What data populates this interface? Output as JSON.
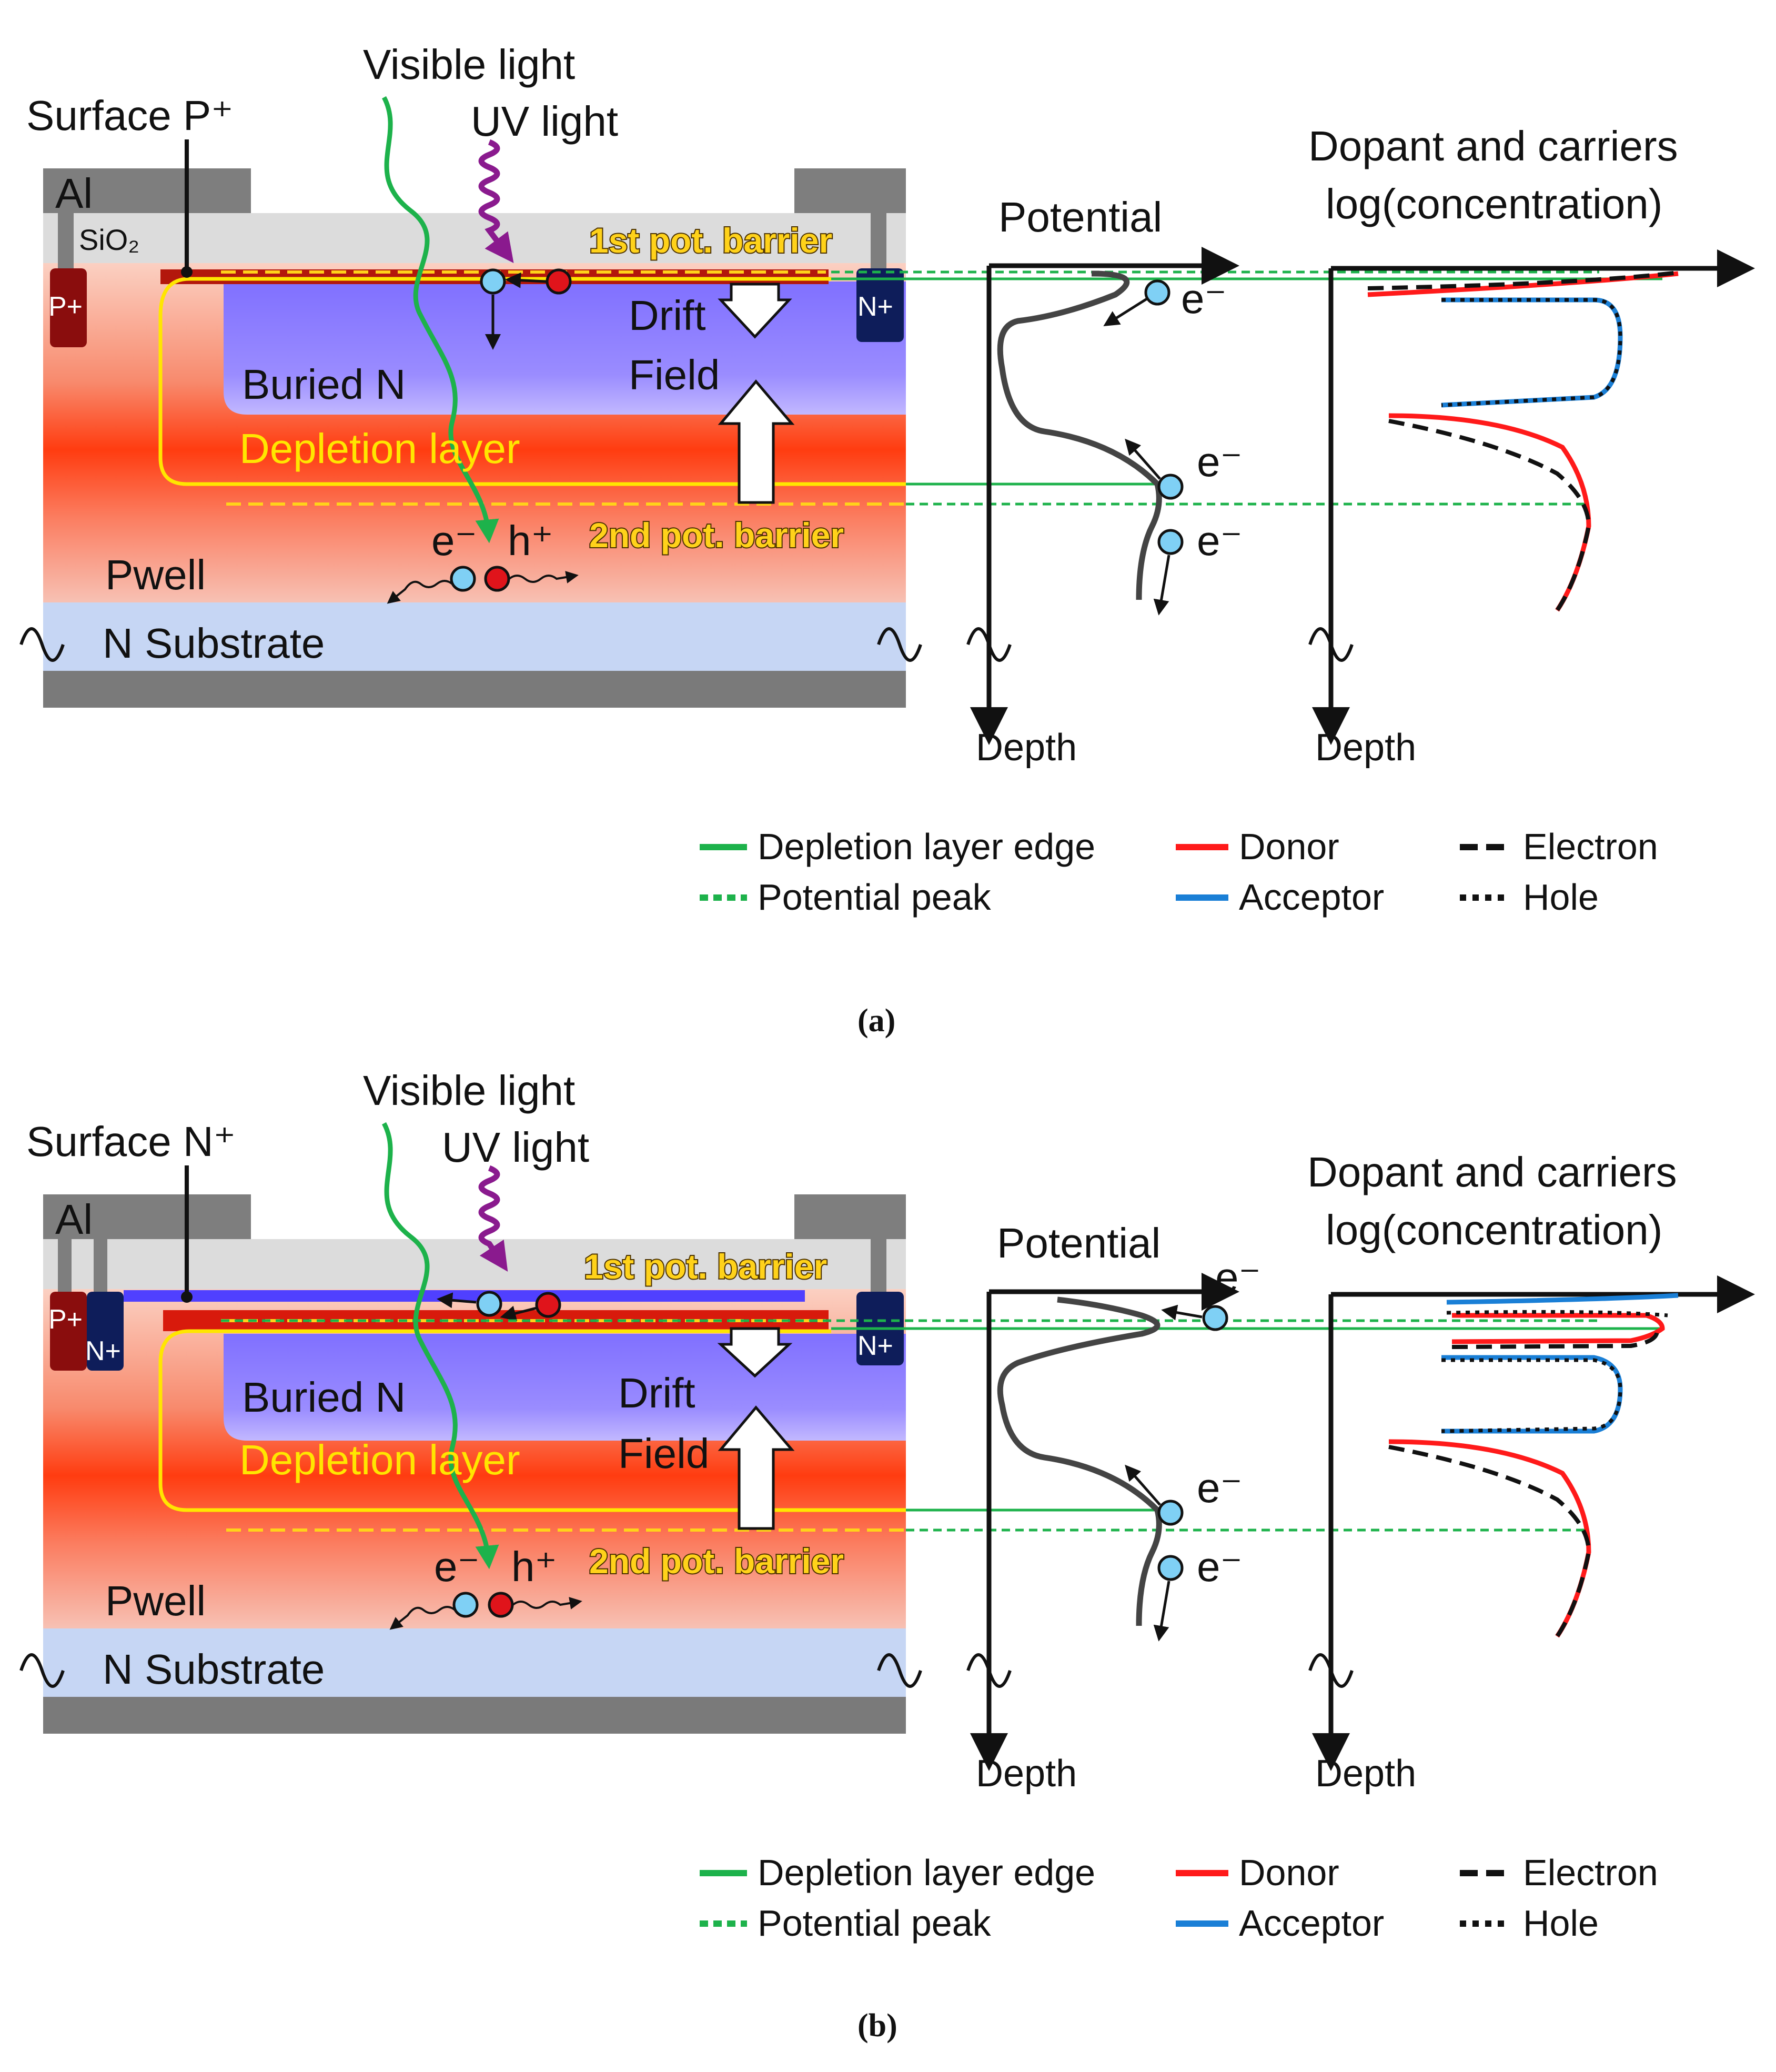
{
  "panels": [
    {
      "id": "a",
      "caption": "(a)",
      "visible_light": "Visible light",
      "uv_light": "UV light",
      "surface_label": "Surface P⁺",
      "al": "Al",
      "sio2": "SiO₂",
      "p_plus": "P+",
      "n_plus": "N+",
      "first_barrier": "1st pot. barrier",
      "second_barrier": "2nd pot. barrier",
      "drift": "Drift",
      "field": "Field",
      "buried_n": "Buried N",
      "depletion_layer": "Depletion layer",
      "pwell": "Pwell",
      "n_substrate": "N Substrate",
      "electron_label": "e⁻",
      "hole_label": "h⁺",
      "potential_title": "Potential",
      "concentration_title_1": "Dopant and carriers",
      "concentration_title_2": "log(concentration)",
      "depth": "Depth"
    },
    {
      "id": "b",
      "caption": "(b)",
      "visible_light": "Visible light",
      "uv_light": "UV light",
      "surface_label": "Surface N⁺",
      "al": "Al",
      "p_plus": "P+",
      "n_plus": "N+",
      "first_barrier": "1st pot. barrier",
      "second_barrier": "2nd pot. barrier",
      "drift": "Drift",
      "field": "Field",
      "buried_n": "Buried N",
      "depletion_layer": "Depletion layer",
      "pwell": "Pwell",
      "n_substrate": "N Substrate",
      "electron_label": "e⁻",
      "hole_label": "h⁺",
      "potential_title": "Potential",
      "concentration_title_1": "Dopant and carriers",
      "concentration_title_2": "log(concentration)",
      "depth": "Depth"
    }
  ],
  "legend": {
    "depletion_edge": "Depletion layer edge",
    "potential_peak": "Potential peak",
    "donor": "Donor",
    "acceptor": "Acceptor",
    "electron": "Electron",
    "hole": "Hole"
  },
  "colors": {
    "depletion_edge": "#1db24b",
    "potential_peak": "#1db24b",
    "donor": "#ff1a1a",
    "acceptor": "#1a7fd6",
    "electron": "#111111",
    "hole": "#111111",
    "uv_light": "#8a1a8e",
    "visible_light": "#1db24b"
  }
}
